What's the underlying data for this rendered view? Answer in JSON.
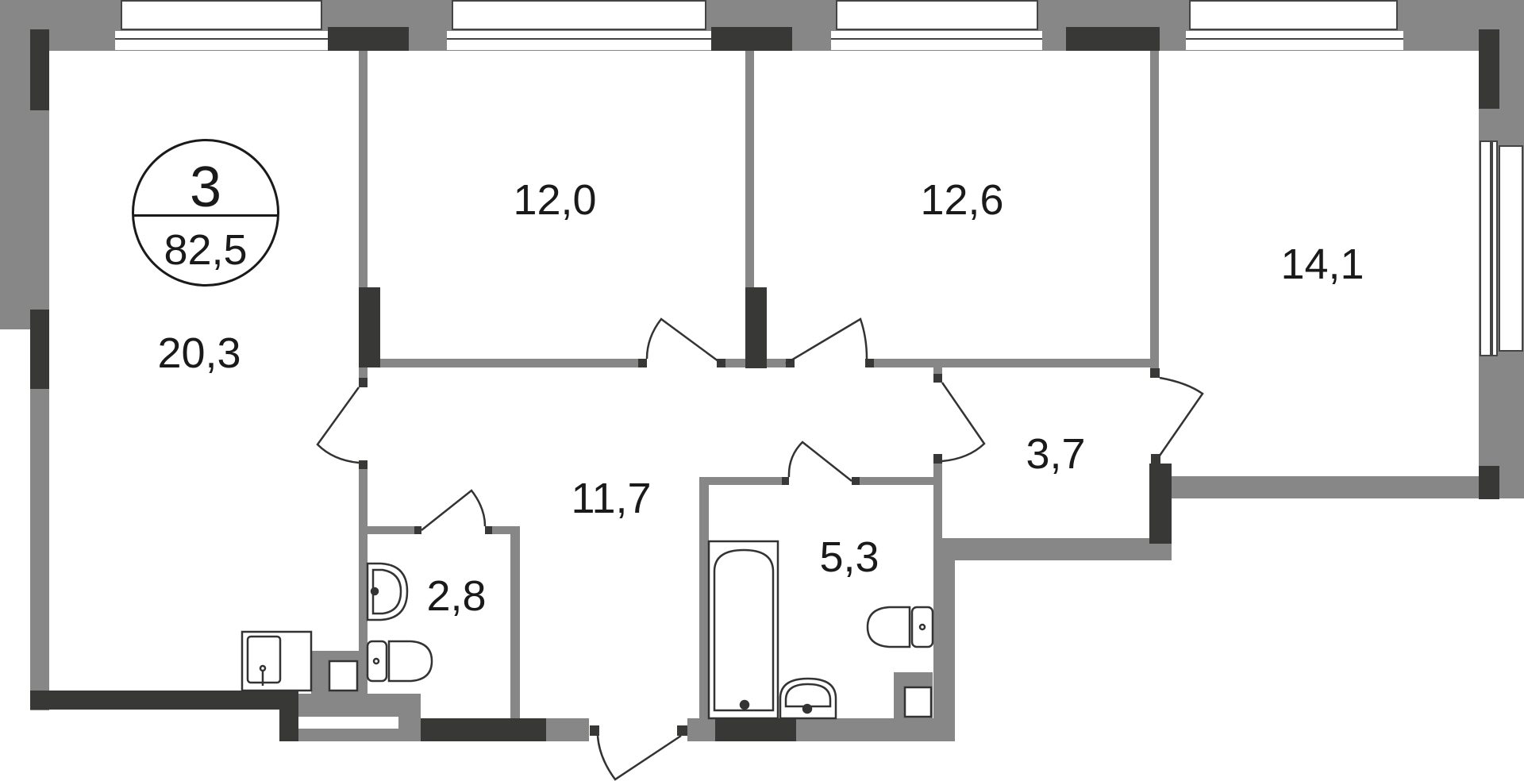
{
  "plan": {
    "rooms_count": "3",
    "total_area": "82,5",
    "colors": {
      "wall_light": "#878787",
      "wall_dark": "#383836",
      "line": "#333333",
      "text": "#1a1a1a",
      "background": "#ffffff"
    },
    "rooms": [
      {
        "id": "living-room",
        "area": "20,3"
      },
      {
        "id": "bedroom-1",
        "area": "12,0"
      },
      {
        "id": "bedroom-2",
        "area": "12,6"
      },
      {
        "id": "bedroom-3",
        "area": "14,1"
      },
      {
        "id": "hallway",
        "area": "11,7"
      },
      {
        "id": "bathroom",
        "area": "5,3"
      },
      {
        "id": "wardrobe",
        "area": "3,7"
      },
      {
        "id": "toilet",
        "area": "2,8"
      }
    ]
  }
}
